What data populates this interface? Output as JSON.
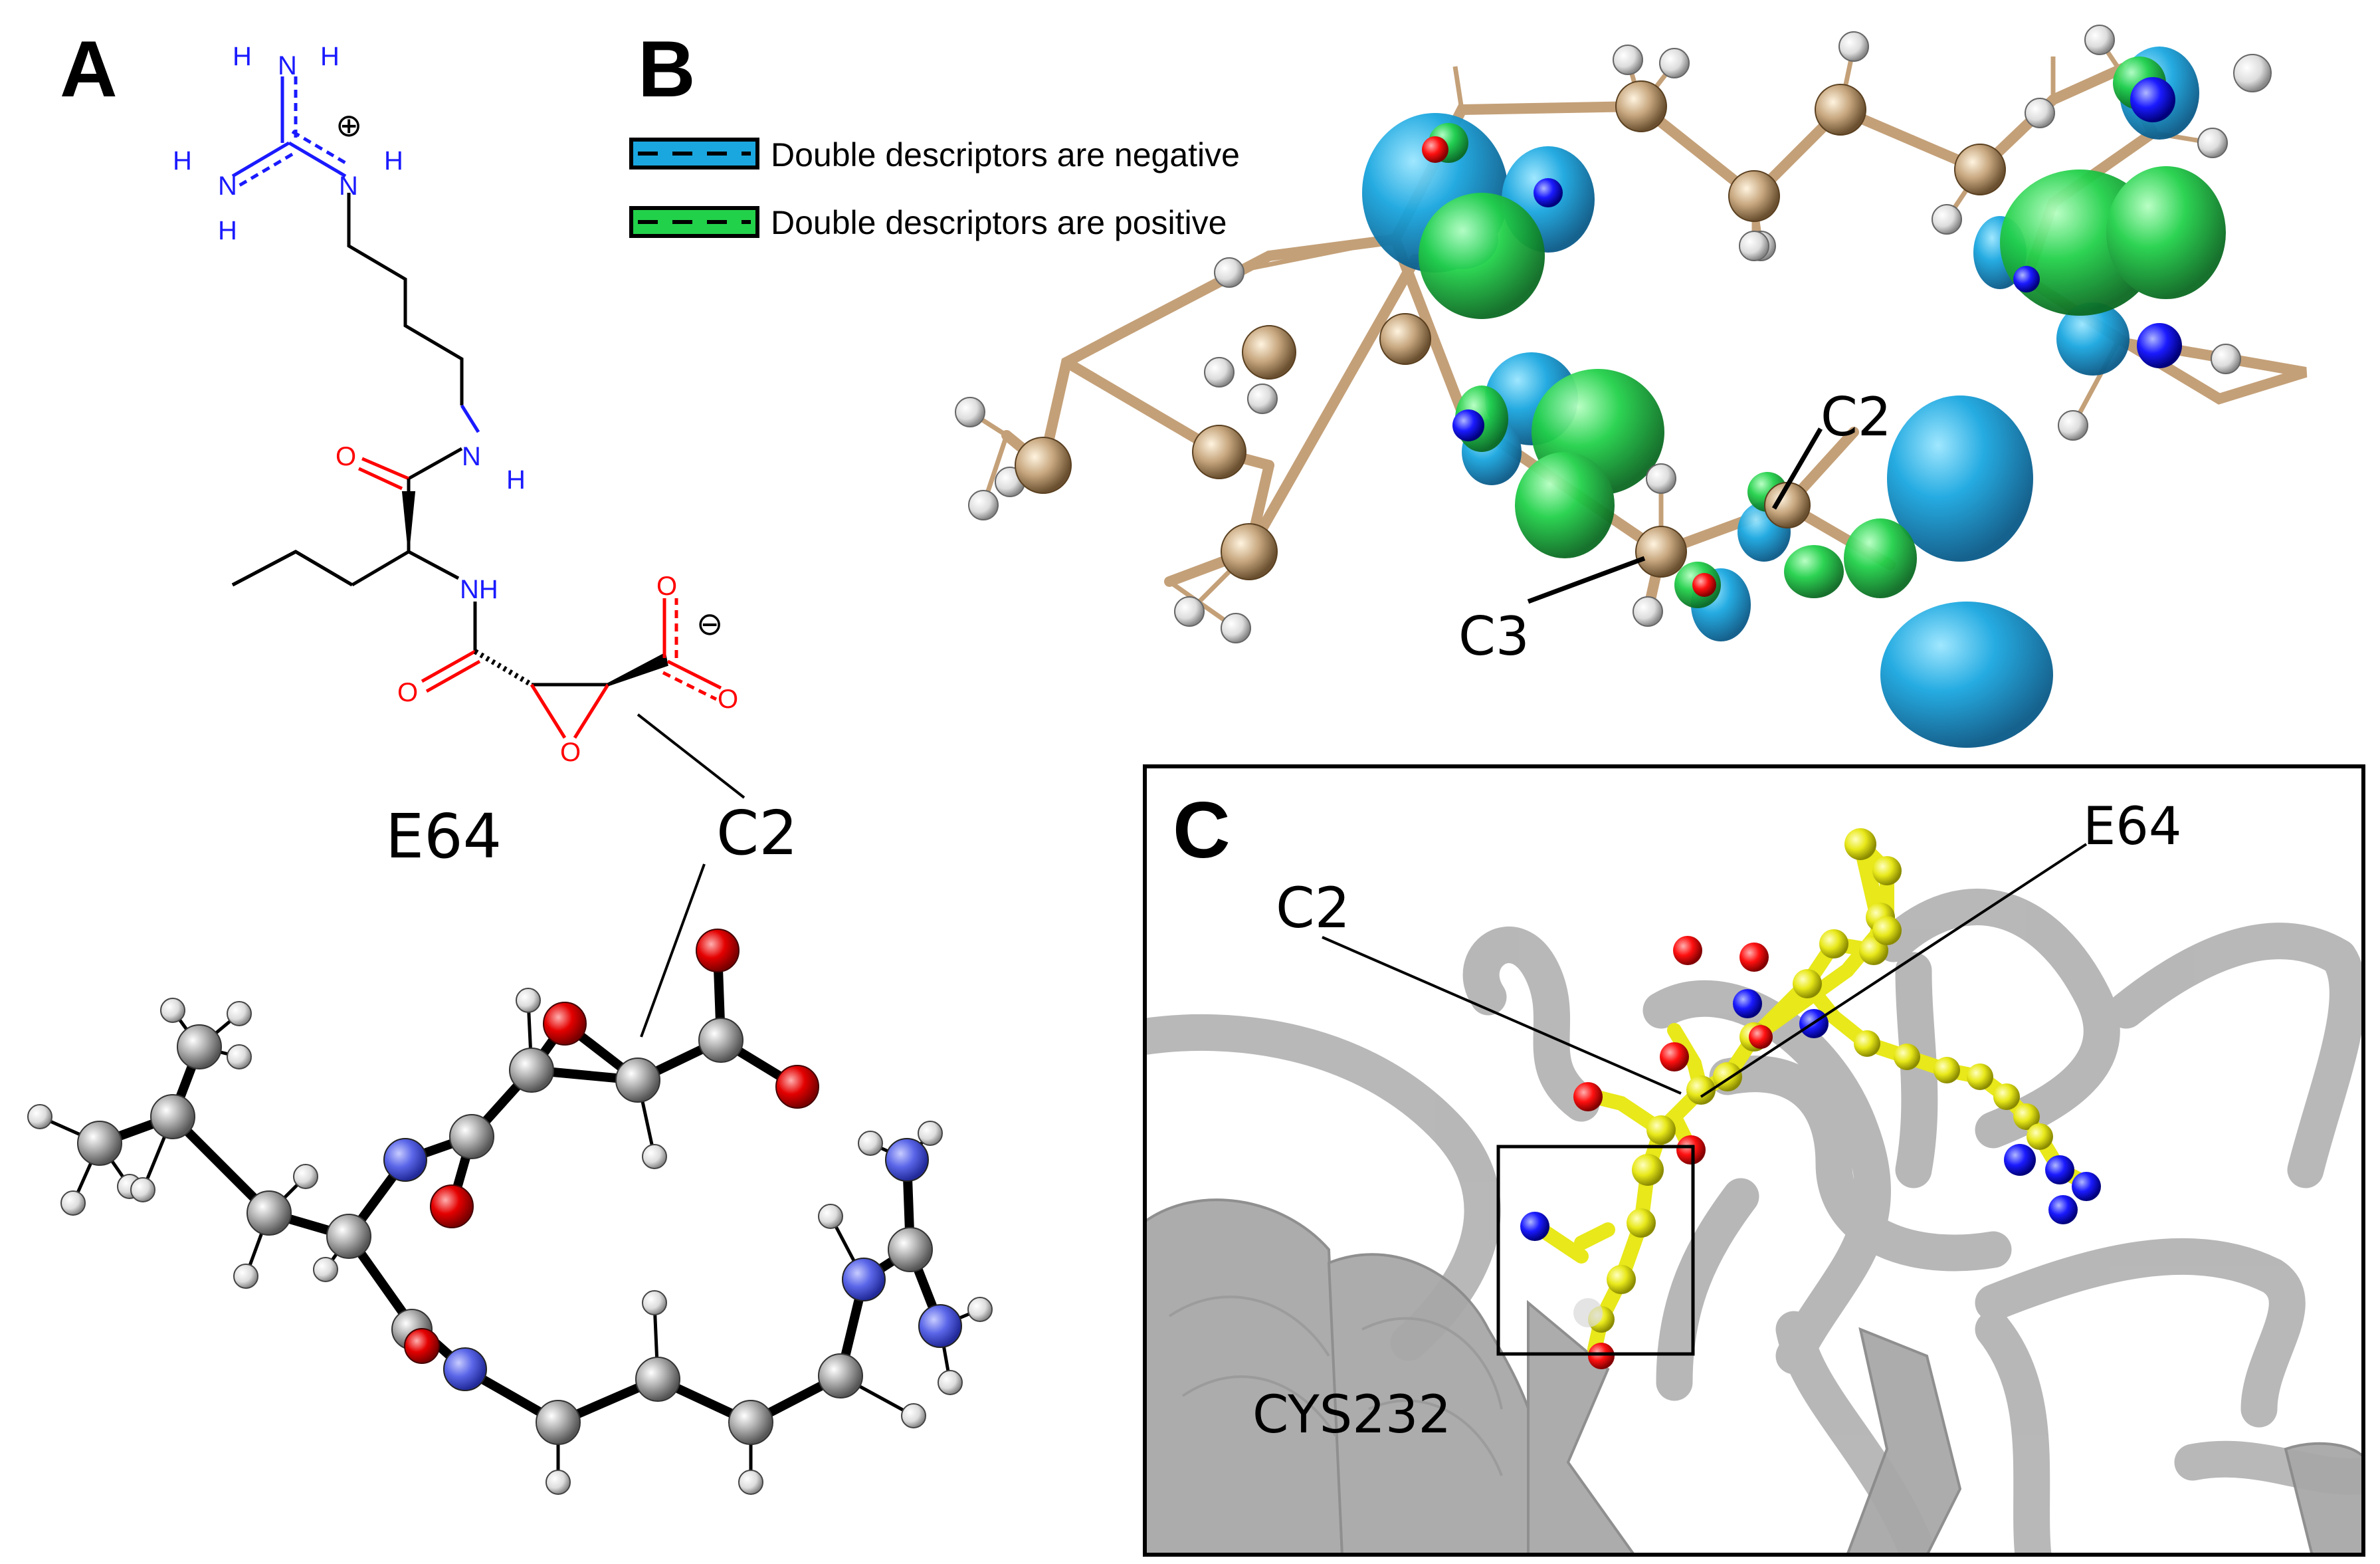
{
  "panels": {
    "a": {
      "letter": "A",
      "name": "E64",
      "c2_label": "C2",
      "charge_plus": "⊕",
      "charge_minus": "⊖",
      "atoms": {
        "n_top": "N",
        "h_top1": "H",
        "h_top2": "H",
        "n_left": "N",
        "h_left1": "H",
        "h_left2": "H",
        "n_right": "N",
        "h_right": "H",
        "n_amide1": "N",
        "h_amide1": "H",
        "nh_amide2": "NH",
        "o_amide1": "O",
        "o_amide2": "O",
        "o_carb1": "O",
        "o_carb2": "O",
        "o_epox": "O"
      }
    },
    "b": {
      "letter": "B",
      "legend": [
        {
          "label": "Double descriptors are negative",
          "color": "#1aa7e0"
        },
        {
          "label": "Double descriptors are positive",
          "color": "#22d14a"
        }
      ],
      "c2_label": "C2",
      "c3_label": "C3"
    },
    "c": {
      "letter": "C",
      "c2_label": "C2",
      "e64_label": "E64",
      "residue_label": "CYS232"
    }
  },
  "colors": {
    "nitrogen": "#1a1aff",
    "oxygen": "#ff0000",
    "carbon_ball": "#a9a9a9",
    "nitrogen_ball": "#5060e0",
    "oxygen_ball": "#e00000",
    "ligand_yellow": "#e8e81a",
    "ribbon_grey": "#b8b8b8",
    "negative": "#1aa7e0",
    "positive": "#22d14a"
  }
}
